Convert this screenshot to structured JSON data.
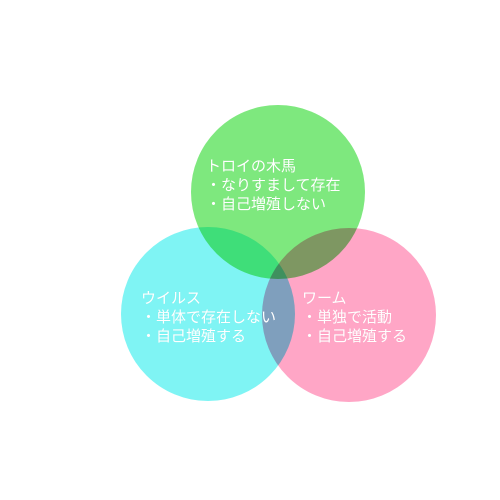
{
  "colors": {
    "trojan": "#7ee87e",
    "virus": "#7ff4f4",
    "worm": "#ffa6c6",
    "text": "#ffffff"
  },
  "circles": {
    "trojan": {
      "title": "トロイの木馬",
      "items": [
        "・なりすまして存在",
        "・自己増殖しない"
      ]
    },
    "virus": {
      "title": "ウイルス",
      "items": [
        "・単体で存在しない",
        "・自己増殖する"
      ]
    },
    "worm": {
      "title": "ワーム",
      "items": [
        "・単独で活動",
        "・自己増殖する"
      ]
    }
  }
}
